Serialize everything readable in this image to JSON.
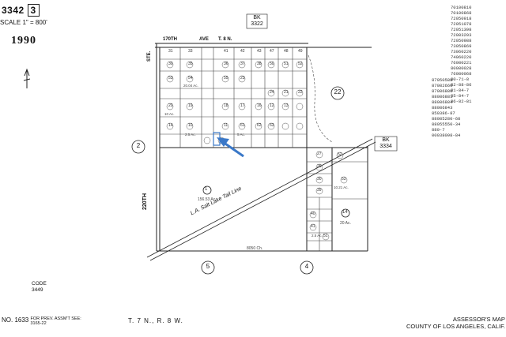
{
  "header": {
    "book_number": "3342",
    "page_number": "3",
    "scale": "SCALE 1\" = 800'",
    "year": "1990"
  },
  "adjacent_books": [
    {
      "prefix": "BK",
      "number": "3322"
    },
    {
      "prefix": "BK",
      "number": "3334"
    }
  ],
  "section_numbers": [
    "22",
    "2",
    "5",
    "4"
  ],
  "roads": [
    "AVE",
    "T. 8 N.",
    "170TH",
    "220TH",
    "STE."
  ],
  "railroad": "L.A. Salt Lake Tail Line",
  "parcels": {
    "large_parcel_number": "1",
    "large_parcel_acres": "156.53 Ac.",
    "south_line_measure": "8050 Ch.",
    "right_parcel": "14",
    "right_parcel_acres": "20 Ac.",
    "grid_parcels": [
      "31",
      "33",
      "41",
      "42",
      "43",
      "47",
      "48",
      "49",
      "30",
      "35",
      "36",
      "37",
      "38",
      "50",
      "51",
      "52",
      "53",
      "54",
      "55",
      "23",
      "24",
      "21",
      "22",
      "20",
      "19",
      "18",
      "17",
      "16",
      "12",
      "13",
      "14",
      "10",
      "11",
      "61",
      "62",
      "63"
    ],
    "grid_acres": [
      "10 Ac.",
      "2.5 Ac.",
      "5 Ac.",
      "20.04 Ac.",
      "10.21 Ac.",
      "2.5 Ac."
    ],
    "small_parcels_right": [
      "27",
      "26",
      "30",
      "39",
      "40",
      "41",
      "51",
      "52",
      "53"
    ]
  },
  "code": {
    "label": "CODE",
    "value": "3449"
  },
  "footer": {
    "map_no": "NO. 1633",
    "prev_assmt": "FOR PREV. ASSM'T SEE:",
    "prev_assmt_ref": "3165-22",
    "township": "T. 7 N., R. 8 W.",
    "assessor_title": "ASSESSOR'S MAP",
    "county": "COUNTY OF LOS ANGELES, CALIF."
  },
  "notes_top_right": [
    "70100810",
    "70100868",
    "72050918",
    "72051078",
    "72051398",
    "72083203",
    "72050988",
    "73050869",
    "73060220",
    "74060220",
    "76080221",
    "80080028",
    "76080068",
    "80-71-8",
    "82-88-86",
    "81-84-7",
    "85-84-7",
    "86-82-81"
  ],
  "notes_mid_right": [
    "87050588",
    "87082660",
    "87086880",
    "88086881",
    "88086884",
    "88086843",
    "850386-87",
    "88085280-68",
    "88055550-34",
    "880-7",
    "00038098-84"
  ],
  "pointer": {
    "color": "#3a78c8"
  }
}
